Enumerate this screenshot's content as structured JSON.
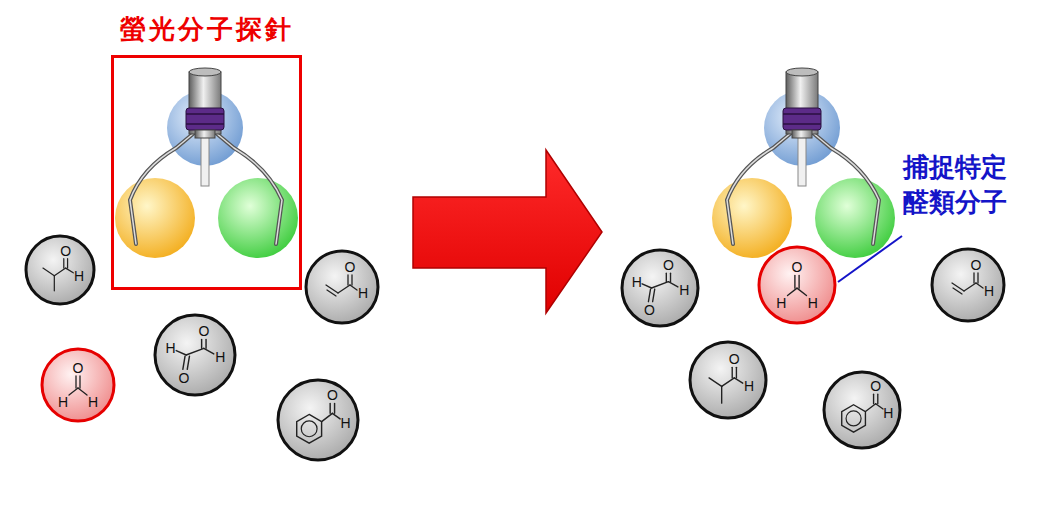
{
  "diagram": {
    "nodes": [
      {
        "text": [
          "螢光分子探針"
        ]
      },
      {
        "text": [
          "O",
          "H"
        ]
      },
      {
        "text": [
          "O",
          "H"
        ]
      },
      {
        "text": [
          "H",
          "O",
          "O",
          "H"
        ]
      },
      {
        "text": [
          "O",
          "H",
          "H"
        ]
      },
      {
        "text": [
          "O",
          "H"
        ]
      },
      {
        "text": [
          "H",
          "O",
          "O",
          "H"
        ]
      },
      {
        "text": [
          "O",
          "H",
          "H"
        ]
      },
      {
        "text": [
          "O",
          "H"
        ]
      },
      {
        "text": [
          "O",
          "H"
        ]
      },
      {
        "text": [
          "O",
          "H"
        ]
      }
    ],
    "labels": [
      "捕捉特定醛類分子"
    ]
  }
}
